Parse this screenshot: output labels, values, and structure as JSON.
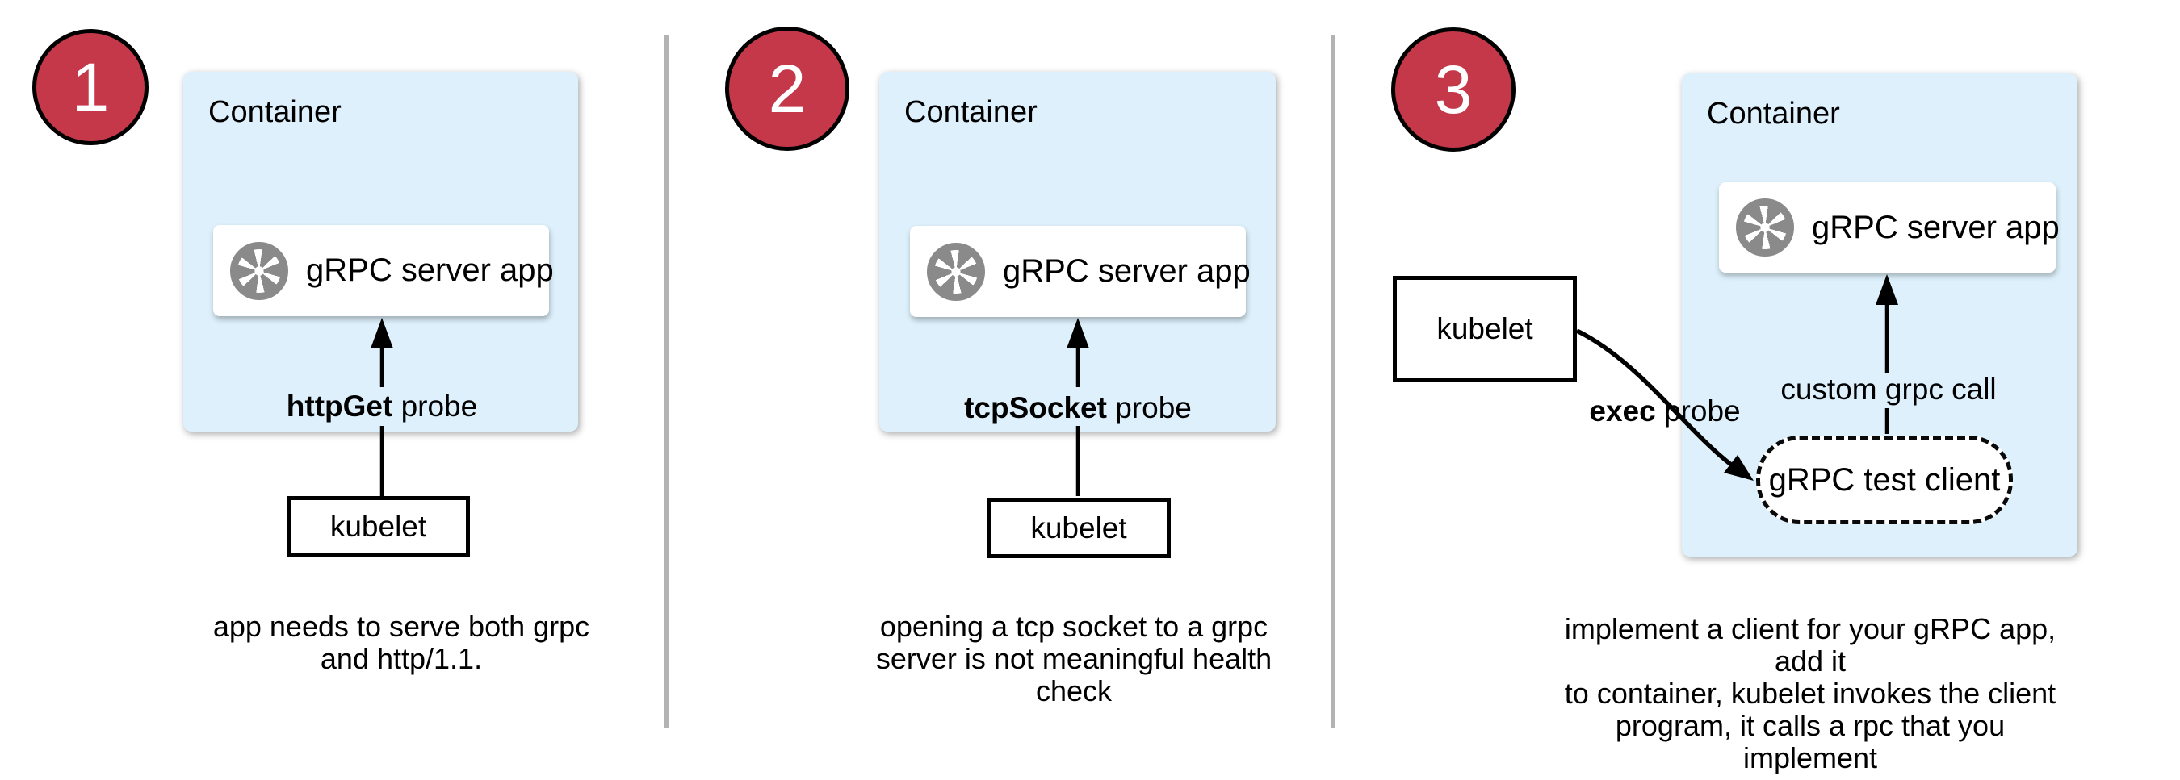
{
  "colors": {
    "panel_bg": "#ddf0fb",
    "accent_red": "#c4384a",
    "icon_gray": "#8a8a8a",
    "divider_gray": "#b3b3b3",
    "line_black": "#000000"
  },
  "steps": [
    {
      "number": "1",
      "container_label": "Container",
      "app_label": "gRPC server app",
      "app_icon": "aperture-icon",
      "probe_keyword": "httpGet",
      "probe_rest": " probe",
      "kubelet_label": "kubelet",
      "caption_lines": [
        "app needs to serve both grpc",
        "and http/1.1."
      ]
    },
    {
      "number": "2",
      "container_label": "Container",
      "app_label": "gRPC server app",
      "app_icon": "aperture-icon",
      "probe_keyword": "tcpSocket",
      "probe_rest": " probe",
      "kubelet_label": "kubelet",
      "caption_lines": [
        "opening a tcp socket to a grpc",
        "server is not meaningful health",
        "check"
      ]
    },
    {
      "number": "3",
      "container_label": "Container",
      "app_label": "gRPC server app",
      "app_icon": "aperture-icon",
      "probe_keyword": "exec",
      "probe_rest": " probe",
      "kubelet_label": "kubelet",
      "arrow_label": "custom grpc call",
      "client_label": "gRPC test client",
      "caption_lines": [
        "implement a client for your gRPC app, add it",
        "to container, kubelet invokes the client",
        "program, it calls a rpc that you implement"
      ]
    }
  ]
}
